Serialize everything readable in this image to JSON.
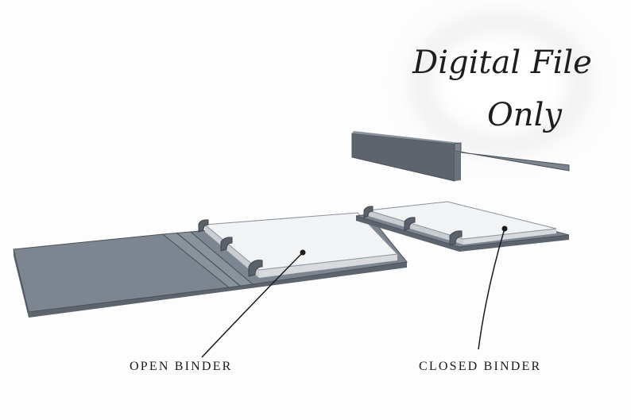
{
  "badge": {
    "line1": "Digital File",
    "line2": "Only"
  },
  "labels": {
    "open_binder": "OPEN BINDER",
    "closed_binder": "CLOSED BINDER"
  },
  "colors": {
    "cover": "#7d8590",
    "cover_dark": "#5d646d",
    "cover_edge": "#4b525a",
    "paper": "#f2f3f4",
    "paper_shadow": "#d8dadd",
    "ring": "#59616a",
    "line": "#1a1a1a"
  }
}
